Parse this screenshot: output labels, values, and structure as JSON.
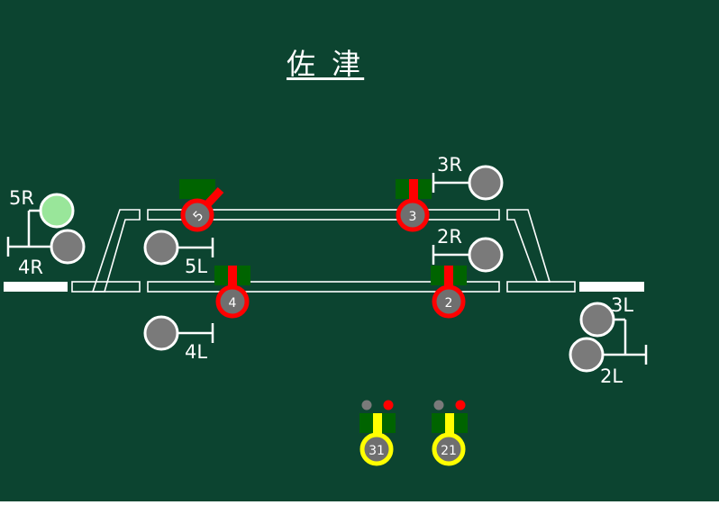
{
  "station": {
    "name": "佐 津"
  },
  "colors": {
    "background": "#0c4430",
    "track_outline": "#ffffff",
    "signal_stop": "#7a7a7a",
    "signal_proceed": "#99e69a",
    "lever_normal_ring": "#ff0000",
    "lever_route_ring": "#ffff00",
    "lever_plate": "#006400"
  },
  "signals": [
    {
      "id": "5R",
      "label": "5R",
      "aspect": "proceed"
    },
    {
      "id": "4R",
      "label": "4R",
      "aspect": "stop"
    },
    {
      "id": "5L",
      "label": "5L",
      "aspect": "stop"
    },
    {
      "id": "4L",
      "label": "4L",
      "aspect": "stop"
    },
    {
      "id": "3R",
      "label": "3R",
      "aspect": "stop"
    },
    {
      "id": "2R",
      "label": "2R",
      "aspect": "stop"
    },
    {
      "id": "3L",
      "label": "3L",
      "aspect": "stop"
    },
    {
      "id": "2L",
      "label": "2L",
      "aspect": "stop"
    }
  ],
  "signal_levers": [
    {
      "id": "5",
      "label": "5",
      "state": "tilted"
    },
    {
      "id": "3",
      "label": "3",
      "state": "normal"
    },
    {
      "id": "4",
      "label": "4",
      "state": "normal"
    },
    {
      "id": "2",
      "label": "2",
      "state": "normal"
    }
  ],
  "route_levers": [
    {
      "id": "31",
      "label": "31",
      "lamps": [
        "off",
        "red"
      ]
    },
    {
      "id": "21",
      "label": "21",
      "lamps": [
        "off",
        "red"
      ]
    }
  ]
}
